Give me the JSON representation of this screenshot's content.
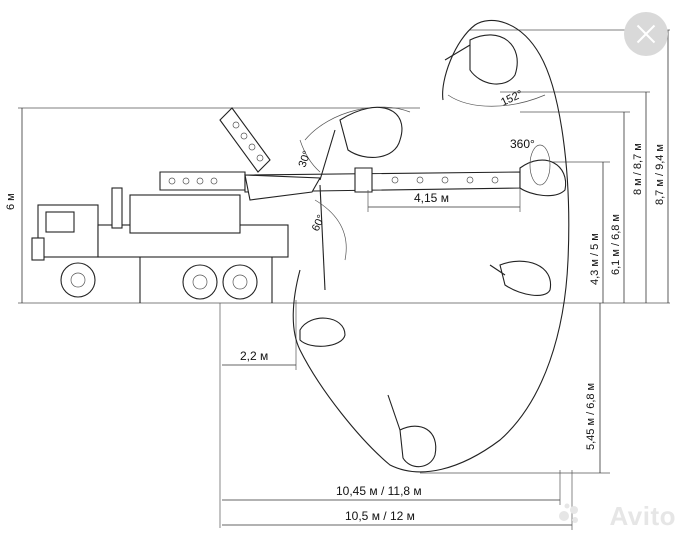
{
  "diagram": {
    "labels": {
      "height_truck": "6 м",
      "angle_30": "30°",
      "angle_60": "60°",
      "angle_152": "152°",
      "angle_360": "360°",
      "boom_ext": "4,15 м",
      "offset": "2,2 м",
      "h_43": "4,3 м / 5 м",
      "h_61": "6,1 м / 6,8 м",
      "h_8": "8 м / 8,7 м",
      "h_87": "8,7 м / 9,4 м",
      "depth": "5,45 м / 6,8 м",
      "reach_1": "10,45 м / 11,8 м",
      "reach_2": "10,5 м / 12 м"
    }
  },
  "ui": {
    "close_icon": "close-icon",
    "watermark": "Avito"
  }
}
